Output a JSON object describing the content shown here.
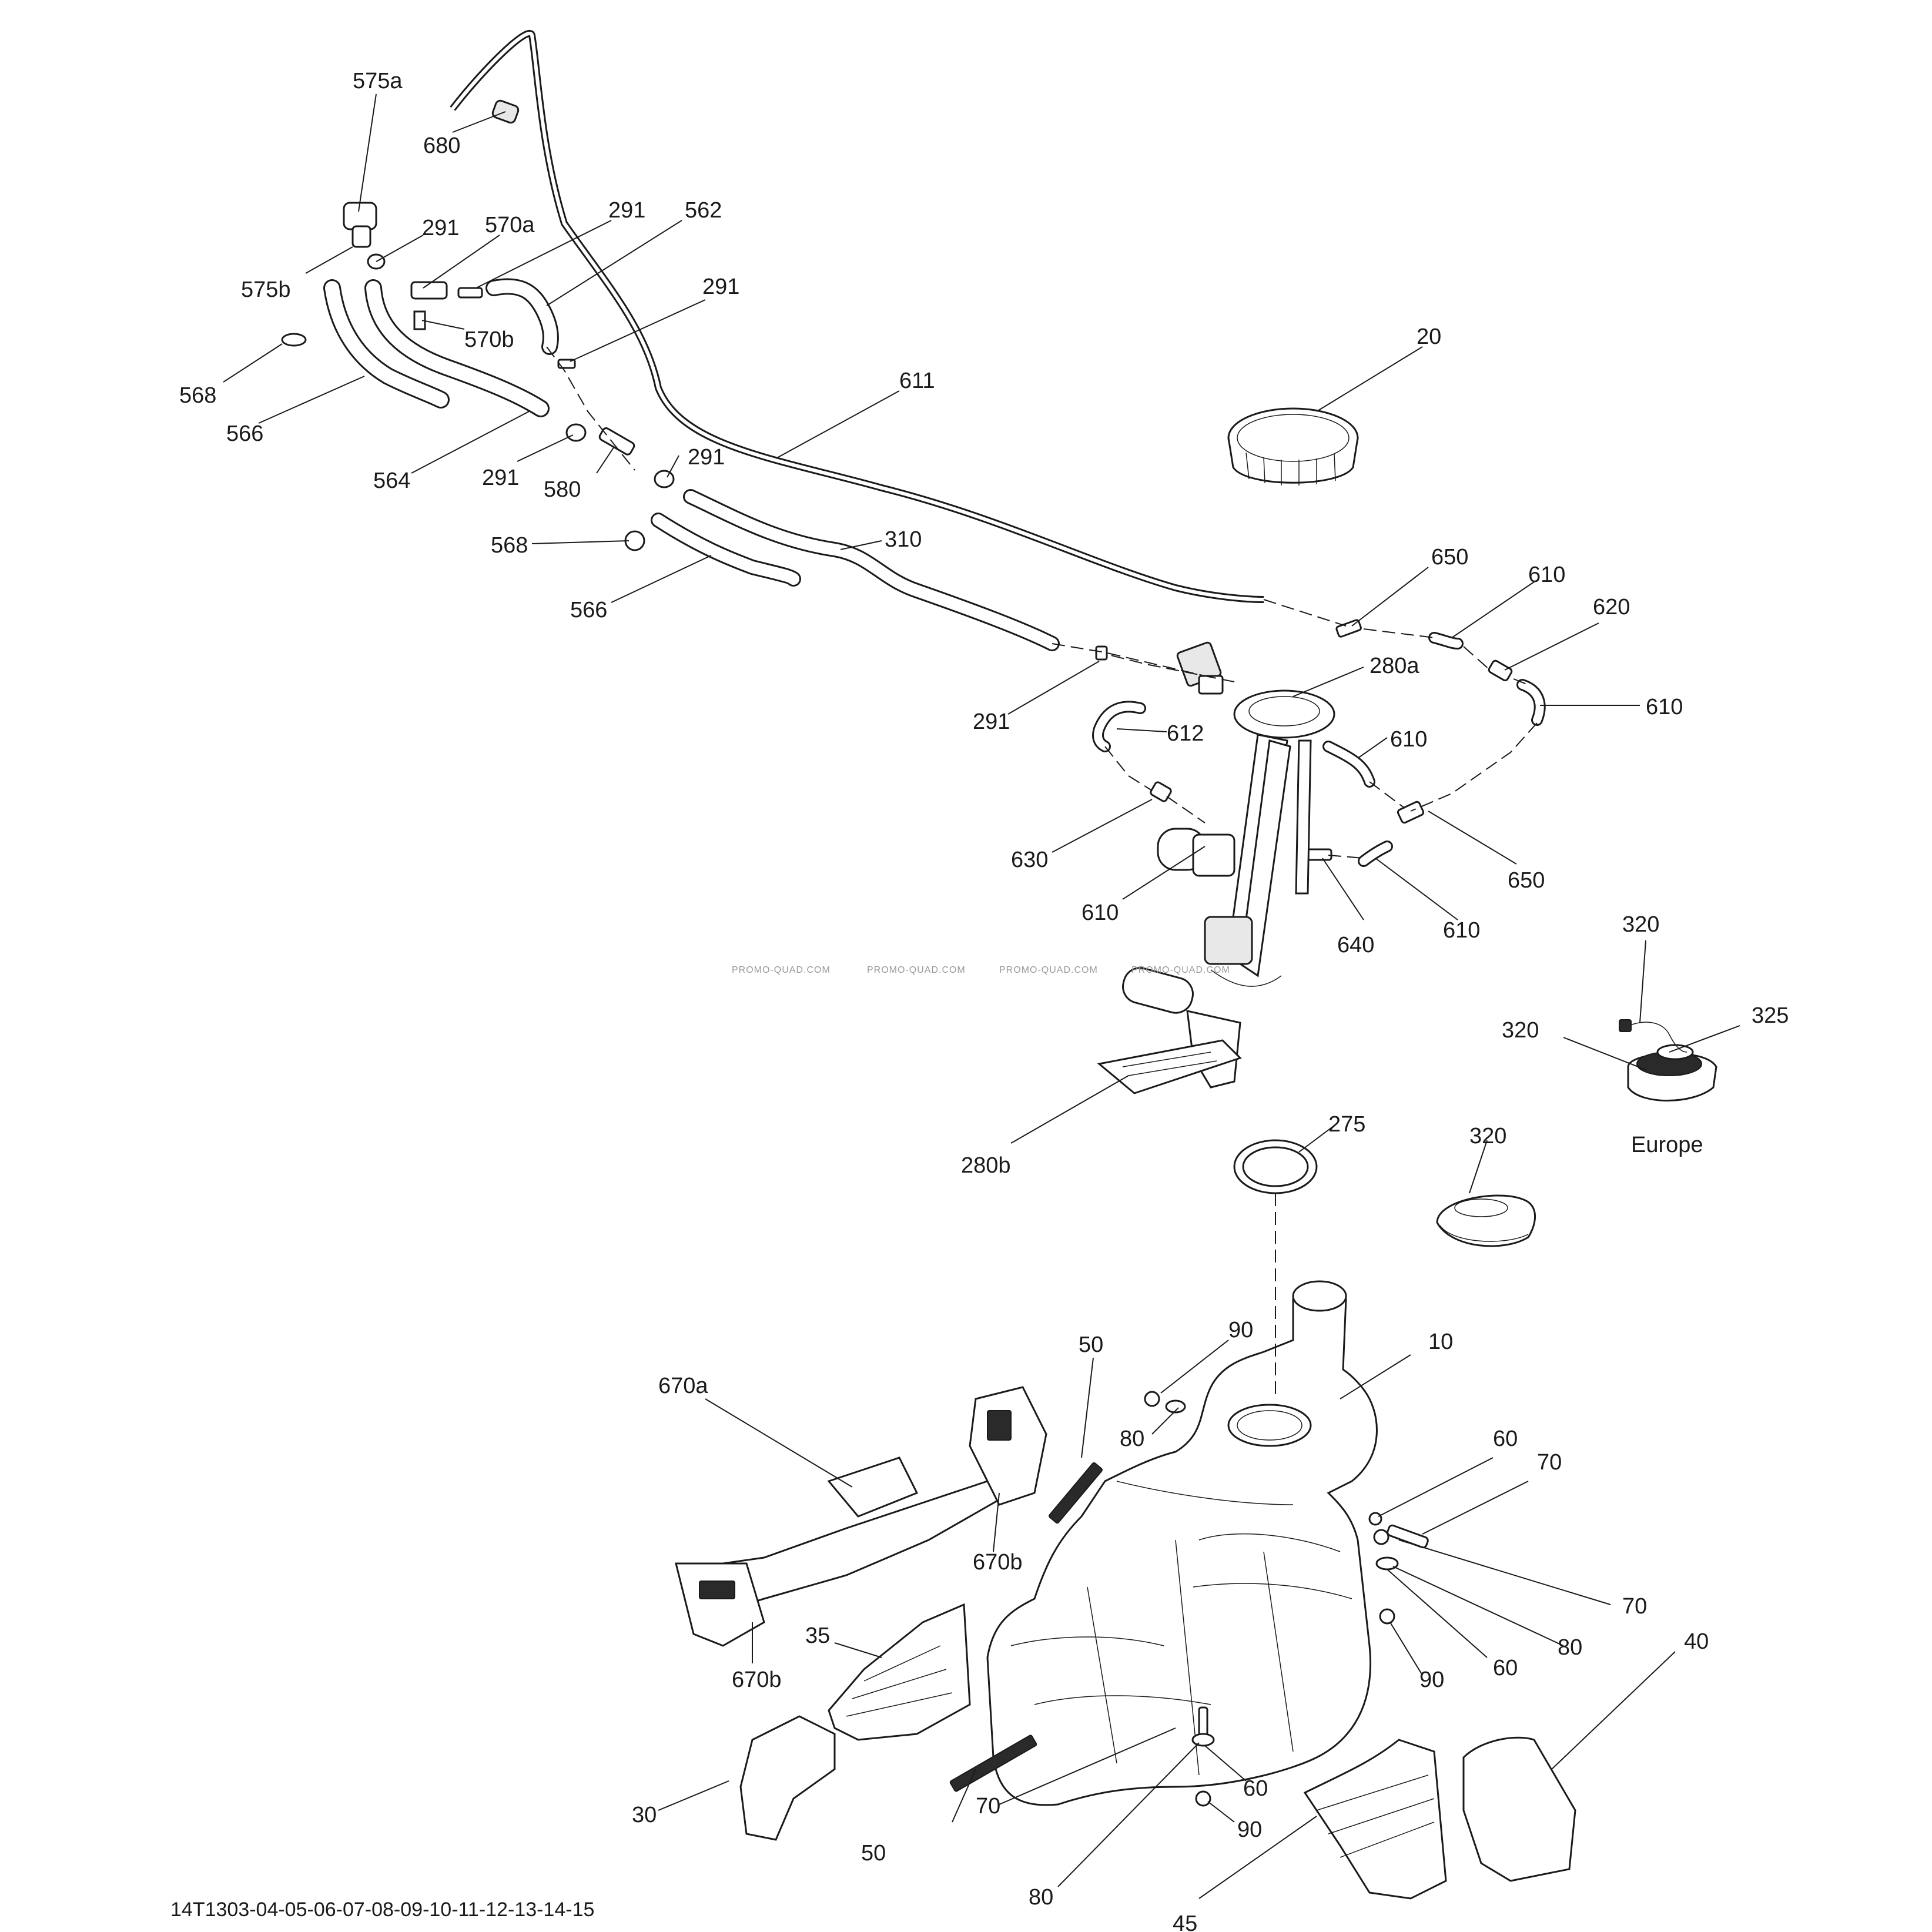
{
  "diagram": {
    "callouts": [
      {
        "id": "575a",
        "text": "575a"
      },
      {
        "id": "680",
        "text": "680"
      },
      {
        "id": "291-a",
        "text": "291"
      },
      {
        "id": "570a",
        "text": "570a"
      },
      {
        "id": "291-b",
        "text": "291"
      },
      {
        "id": "562",
        "text": "562"
      },
      {
        "id": "575b",
        "text": "575b"
      },
      {
        "id": "570b",
        "text": "570b"
      },
      {
        "id": "291-c",
        "text": "291"
      },
      {
        "id": "20",
        "text": "20"
      },
      {
        "id": "568-a",
        "text": "568"
      },
      {
        "id": "611",
        "text": "611"
      },
      {
        "id": "566-a",
        "text": "566"
      },
      {
        "id": "564",
        "text": "564"
      },
      {
        "id": "291-d",
        "text": "291"
      },
      {
        "id": "291-e",
        "text": "291"
      },
      {
        "id": "580",
        "text": "580"
      },
      {
        "id": "568-b",
        "text": "568"
      },
      {
        "id": "310",
        "text": "310"
      },
      {
        "id": "566-b",
        "text": "566"
      },
      {
        "id": "650-a",
        "text": "650"
      },
      {
        "id": "610-a",
        "text": "610"
      },
      {
        "id": "620",
        "text": "620"
      },
      {
        "id": "280a",
        "text": "280a"
      },
      {
        "id": "291-f",
        "text": "291"
      },
      {
        "id": "610-b",
        "text": "610"
      },
      {
        "id": "612",
        "text": "612"
      },
      {
        "id": "610-c",
        "text": "610"
      },
      {
        "id": "630",
        "text": "630"
      },
      {
        "id": "650-b",
        "text": "650"
      },
      {
        "id": "610-d",
        "text": "610"
      },
      {
        "id": "640",
        "text": "640"
      },
      {
        "id": "610-e",
        "text": "610"
      },
      {
        "id": "320-a",
        "text": "320"
      },
      {
        "id": "325",
        "text": "325"
      },
      {
        "id": "320-b",
        "text": "320"
      },
      {
        "id": "280b",
        "text": "280b"
      },
      {
        "id": "275",
        "text": "275"
      },
      {
        "id": "320-c",
        "text": "320"
      },
      {
        "id": "90-a",
        "text": "90"
      },
      {
        "id": "10",
        "text": "10"
      },
      {
        "id": "50-a",
        "text": "50"
      },
      {
        "id": "670a",
        "text": "670a"
      },
      {
        "id": "80-a",
        "text": "80"
      },
      {
        "id": "60-a",
        "text": "60"
      },
      {
        "id": "70-a",
        "text": "70"
      },
      {
        "id": "670b-a",
        "text": "670b"
      },
      {
        "id": "70-b",
        "text": "70"
      },
      {
        "id": "35",
        "text": "35"
      },
      {
        "id": "80-b",
        "text": "80"
      },
      {
        "id": "90-b",
        "text": "90"
      },
      {
        "id": "60-b",
        "text": "60"
      },
      {
        "id": "670b-b",
        "text": "670b"
      },
      {
        "id": "40",
        "text": "40"
      },
      {
        "id": "60-c",
        "text": "60"
      },
      {
        "id": "30",
        "text": "30"
      },
      {
        "id": "70-c",
        "text": "70"
      },
      {
        "id": "90-c",
        "text": "90"
      },
      {
        "id": "50-b",
        "text": "50"
      },
      {
        "id": "80-c",
        "text": "80"
      },
      {
        "id": "45",
        "text": "45"
      }
    ],
    "region_label": "Europe",
    "drawing_number": "14T1303-04-05-06-07-08-09-10-11-12-13-14-15",
    "watermark": "PROMO-QUAD.COM"
  }
}
